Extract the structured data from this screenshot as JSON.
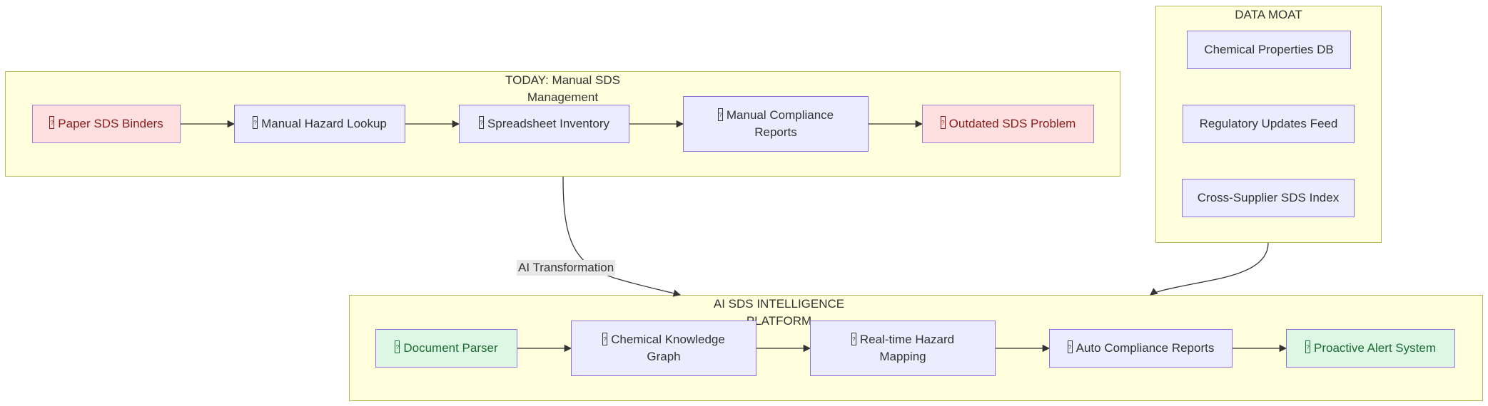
{
  "clusters": {
    "today": {
      "title_line1": "TODAY: Manual SDS",
      "title_line2": "Management"
    },
    "moat": {
      "title": "DATA MOAT"
    },
    "platform": {
      "title_line1": "AI SDS INTELLIGENCE",
      "title_line2": "PLATFORM"
    }
  },
  "nodes": {
    "paper_binders": {
      "label": "Paper SDS Binders",
      "icon": "document-icon"
    },
    "manual_lookup": {
      "label": "Manual Hazard Lookup",
      "icon": "search-icon"
    },
    "spreadsheet": {
      "label": "Spreadsheet Inventory",
      "icon": "spreadsheet-icon"
    },
    "manual_reports_1": {
      "label": "Manual Compliance",
      "icon": "clipboard-icon"
    },
    "manual_reports_2": {
      "label": "Reports"
    },
    "outdated": {
      "label": "Outdated SDS Problem",
      "icon": "warning-icon"
    },
    "chem_db": {
      "label": "Chemical Properties DB"
    },
    "reg_feed": {
      "label": "Regulatory Updates Feed"
    },
    "cross_index": {
      "label": "Cross-Supplier SDS Index"
    },
    "doc_parser": {
      "label": "Document Parser",
      "icon": "document-icon"
    },
    "knowledge_graph_1": {
      "label": "Chemical Knowledge",
      "icon": "graph-icon"
    },
    "knowledge_graph_2": {
      "label": "Graph"
    },
    "hazard_mapping_1": {
      "label": "Real-time Hazard",
      "icon": "map-icon"
    },
    "hazard_mapping_2": {
      "label": "Mapping"
    },
    "auto_reports": {
      "label": "Auto Compliance Reports",
      "icon": "report-icon"
    },
    "alert_system": {
      "label": "Proactive Alert System",
      "icon": "bell-icon"
    }
  },
  "edges": {
    "transformation_label": "AI Transformation"
  },
  "colors": {
    "cluster_fill": "#ffffde",
    "cluster_border": "#b8b860",
    "node_fill": "#ececff",
    "node_border": "#9370db",
    "problem_fill": "#ffe0e0",
    "problem_text": "#8b1a1a",
    "solution_fill": "#dcf8e4",
    "solution_text": "#1e6b35",
    "edge": "#333333"
  }
}
